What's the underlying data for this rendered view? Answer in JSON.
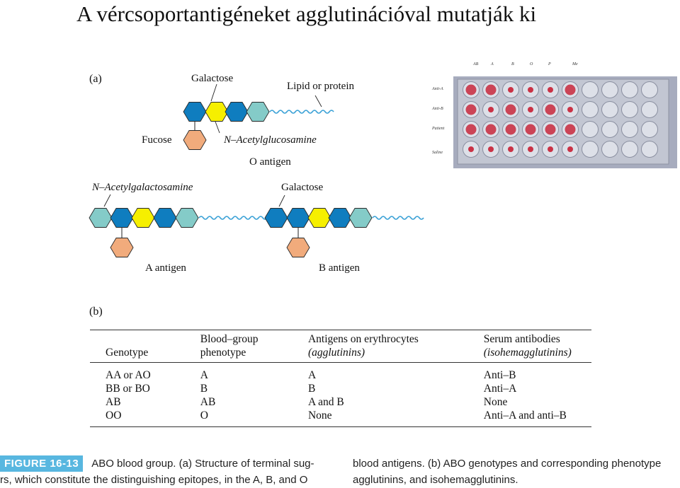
{
  "title": "A vércsoportantigéneket agglutinációval mutatják ki",
  "panel_a": {
    "label": "(a)",
    "galactose_top": "Galactose",
    "lipid_or_protein": "Lipid or protein",
    "fucose": "Fucose",
    "n_acetylglucosamine": "N–Acetylglucosamine",
    "o_antigen": "O antigen",
    "n_acetylgalactosamine": "N–Acetylgalactosamine",
    "galactose_b": "Galactose",
    "a_antigen": "A antigen",
    "b_antigen": "B antigen"
  },
  "plate": {
    "column_labels": [
      "AB",
      "A",
      "B",
      "O",
      "P",
      "Me"
    ],
    "row_labels": [
      "Anti-A",
      "Anti-B",
      "Patient",
      "Saline"
    ]
  },
  "panel_b": {
    "label": "(b)",
    "headers": [
      {
        "line1": "",
        "line2": "Genotype"
      },
      {
        "line1": "Blood–group",
        "line2": "phenotype"
      },
      {
        "line1": "Antigens on erythrocytes",
        "line2": "(agglutinins)"
      },
      {
        "line1": "Serum antibodies",
        "line2": "(isohemagglutinins)"
      }
    ],
    "rows": [
      [
        "AA or AO",
        "A",
        "A",
        "Anti–B"
      ],
      [
        "BB or BO",
        "B",
        "B",
        "Anti–A"
      ],
      [
        "AB",
        "AB",
        "A and B",
        "None"
      ],
      [
        "OO",
        "O",
        "None",
        "Anti–A and anti–B"
      ]
    ]
  },
  "caption": {
    "figure_tag": "FIGURE 16-13",
    "left_line1": "ABO blood group. (a) Structure of terminal sug-",
    "left_line2": "rs, which constitute the distinguishing epitopes, in the A, B, and O",
    "right_line1": "blood antigens. (b) ABO genotypes and corresponding phenotype",
    "right_line2": "agglutinins, and isohemagglutinins."
  },
  "colors": {
    "blue_hex": "#0f7dbf",
    "yellow_hex": "#f6ef00",
    "teal_hex": "#84cbc8",
    "orange_hex": "#f1ab7c",
    "wavy_line": "#3aa1d6",
    "figure_tag_bg": "#58b7e0",
    "plate_bg": "#a7acbe",
    "well_red": "#c8283c"
  }
}
